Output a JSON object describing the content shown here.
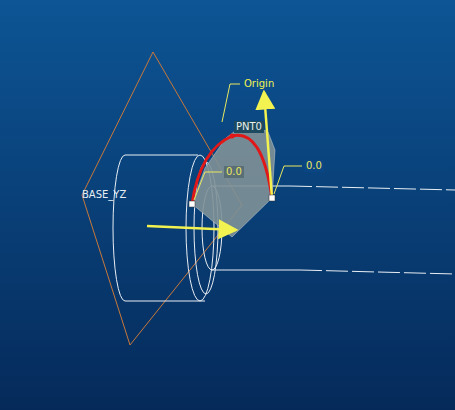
{
  "diagram": {
    "labels": [
      "BASE_YZ",
      "Origin",
      "PNT0",
      "0.0",
      "0.0"
    ]
  }
}
